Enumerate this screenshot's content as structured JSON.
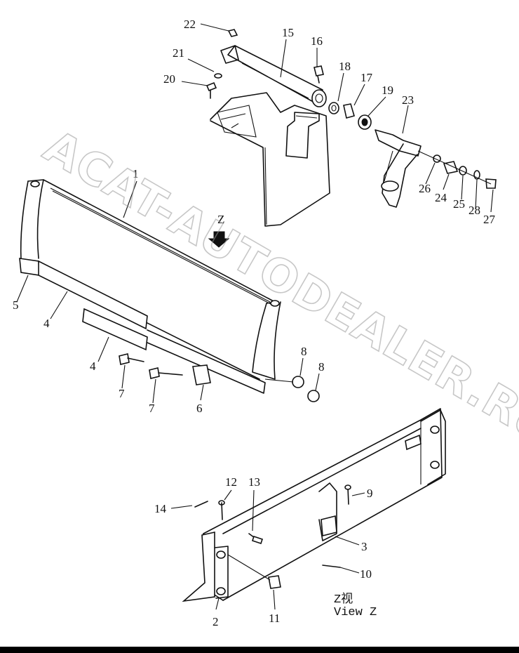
{
  "watermark": "ACAT-AUTODEALER.RU",
  "view_caption": {
    "line1": "Z视",
    "line2": "View Z"
  },
  "z_marker": "Z",
  "callouts": {
    "c1": "1",
    "c2": "2",
    "c3": "3",
    "c4a": "4",
    "c4b": "4",
    "c5": "5",
    "c6": "6",
    "c7a": "7",
    "c7b": "7",
    "c8a": "8",
    "c8b": "8",
    "c9": "9",
    "c10": "10",
    "c11": "11",
    "c12": "12",
    "c13": "13",
    "c14": "14",
    "c15": "15",
    "c16": "16",
    "c17": "17",
    "c18": "18",
    "c19": "19",
    "c20": "20",
    "c21": "21",
    "c22": "22",
    "c23": "23",
    "c24": "24",
    "c25": "25",
    "c26": "26",
    "c27": "27",
    "c28": "28"
  },
  "colors": {
    "ink": "#111111",
    "watermark": "#9a9a9a",
    "background": "#ffffff"
  }
}
